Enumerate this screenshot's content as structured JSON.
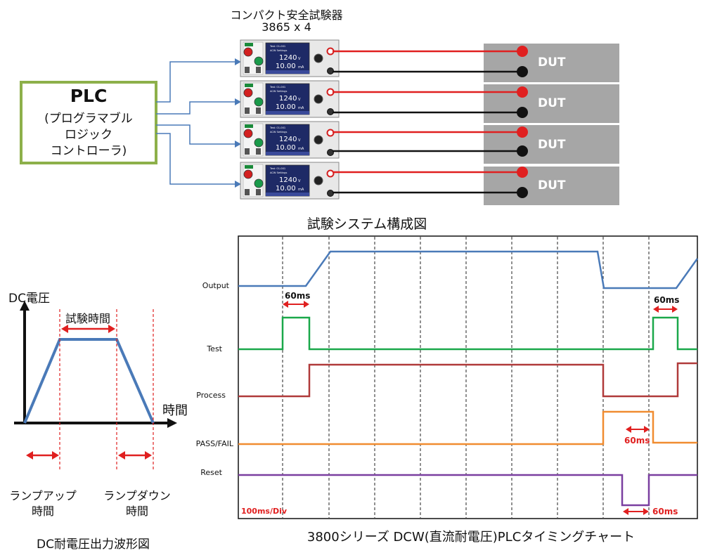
{
  "system": {
    "device_title": "コンパクト安全試験器",
    "device_count": "3865 x 4",
    "plc_title": "PLC",
    "plc_line1": "(プログラマブル",
    "plc_line2": "ロジック",
    "plc_line3": "コントローラ)",
    "dut_label": "DUT",
    "caption": "試験システム構成図",
    "screen_line1": "Test: 01-001",
    "screen_line2": "ACW Settings",
    "screen_value1": "1240",
    "screen_value2": "10.00",
    "screen_unit1": "V",
    "screen_unit2": "mA"
  },
  "waveform": {
    "ylabel": "DC電圧",
    "xlabel": "時間",
    "test_time": "試験時間",
    "ramp_up_1": "ランプアップ",
    "ramp_up_2": "時間",
    "ramp_down_1": "ランプダウン",
    "ramp_down_2": "時間",
    "caption": "DC耐電圧出力波形図"
  },
  "timing": {
    "signals": [
      "Output",
      "Test",
      "Process",
      "PASS/FAIL",
      "Reset"
    ],
    "div_label": "100ms/Div",
    "ann_60ms": "60ms",
    "caption": "3800シリーズ DCW(直流耐電圧)PLCタイミングチャート",
    "colors": {
      "Output": "#4a7ab8",
      "Test": "#1aa84a",
      "Process": "#b03a3a",
      "PASS/FAIL": "#f08c30",
      "Reset": "#7a3fa0",
      "annotation": "#e02020"
    }
  }
}
